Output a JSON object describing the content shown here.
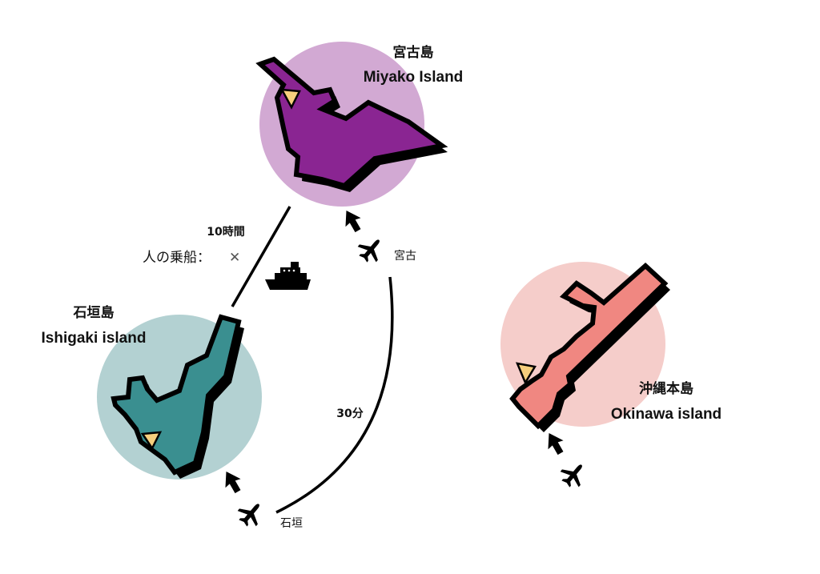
{
  "islands": {
    "miyako": {
      "name_ja": "宮古島",
      "name_en": "Miyako Island",
      "circle_color": "#d2a9d3",
      "land_color": "#8a2592"
    },
    "ishigaki": {
      "name_ja": "石垣島",
      "name_en": "Ishigaki island",
      "circle_color": "#b3d1d2",
      "land_color": "#3a8f90"
    },
    "okinawa": {
      "name_ja": "沖縄本島",
      "name_en": "Okinawa island",
      "circle_color": "#f5cdca",
      "land_color": "#f08781"
    }
  },
  "airports": {
    "miyako": "宮古",
    "ishigaki": "石垣"
  },
  "ferry": {
    "duration": "10時間",
    "passenger_label": "人の乗船：",
    "passenger_status": "✕"
  },
  "flight": {
    "duration": "30分"
  },
  "colors": {
    "airport_marker": "#f6cf7d",
    "outline": "#000000"
  }
}
